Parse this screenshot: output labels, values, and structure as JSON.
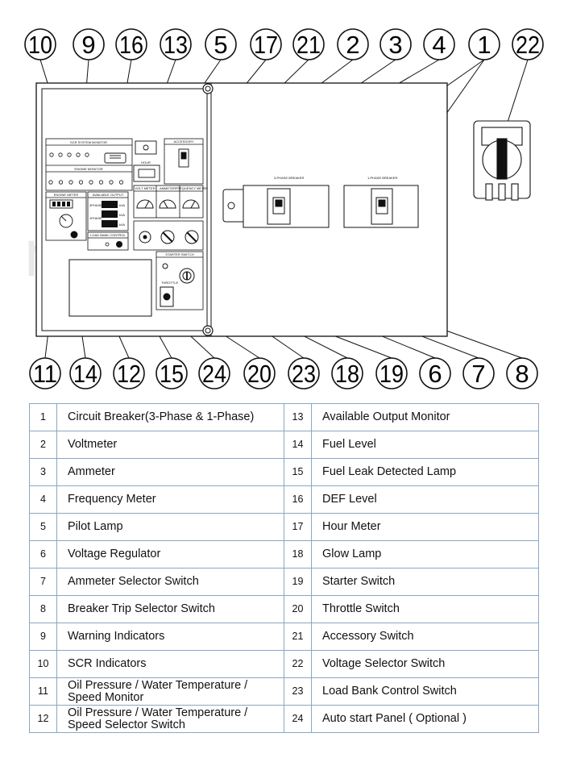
{
  "callouts_top": [
    "10",
    "9",
    "16",
    "13",
    "5",
    "17",
    "21",
    "2",
    "3",
    "4",
    "1",
    "22"
  ],
  "callouts_bottom": [
    "11",
    "14",
    "12",
    "15",
    "24",
    "20",
    "23",
    "18",
    "19",
    "6",
    "7",
    "8"
  ],
  "panel_labels": {
    "scr_monitor": "SCR SYSTEM MONITOR",
    "engine_monitor": "ENGINE MONITOR",
    "engine_meter": "ENGINE METER",
    "available_output": "AVAILABLE OUTPUT",
    "load_bank": "LOAD BANK CONTROL",
    "hour": "HOUR",
    "accessory": "ACCESSORY",
    "volt_meter": "VOLT METER",
    "ammeter": "AMMETER",
    "frequency_meter": "FREQUENCY METER",
    "starter_switch": "STARTER SWITCH",
    "throttle": "THROTTLE",
    "breaker_3phase": "3-PHASE BREAKER",
    "breaker_1phase": "1-PHASE BREAKER",
    "kva": "kVA",
    "output_3phase": "3PHASE",
    "output_1phase": "1PHASE"
  },
  "watermark": "machinery",
  "legend": {
    "rows": [
      {
        "n1": "1",
        "l1": "Circuit Breaker(3-Phase & 1-Phase)",
        "n2": "13",
        "l2": "Available Output Monitor"
      },
      {
        "n1": "2",
        "l1": "Voltmeter",
        "n2": "14",
        "l2": "Fuel Level"
      },
      {
        "n1": "3",
        "l1": "Ammeter",
        "n2": "15",
        "l2": "Fuel Leak Detected Lamp"
      },
      {
        "n1": "4",
        "l1": "Frequency Meter",
        "n2": "16",
        "l2": "DEF Level"
      },
      {
        "n1": "5",
        "l1": "Pilot Lamp",
        "n2": "17",
        "l2": "Hour Meter"
      },
      {
        "n1": "6",
        "l1": "Voltage Regulator",
        "n2": "18",
        "l2": "Glow Lamp"
      },
      {
        "n1": "7",
        "l1": "Ammeter Selector Switch",
        "n2": "19",
        "l2": "Starter Switch"
      },
      {
        "n1": "8",
        "l1": "Breaker Trip Selector Switch",
        "n2": "20",
        "l2": "Throttle Switch"
      },
      {
        "n1": "9",
        "l1": "Warning Indicators",
        "n2": "21",
        "l2": "Accessory Switch"
      },
      {
        "n1": "10",
        "l1": "SCR Indicators",
        "n2": "22",
        "l2": "Voltage Selector Switch"
      },
      {
        "n1": "11",
        "l1": "Oil Pressure / Water Temperature / Speed Monitor",
        "n2": "23",
        "l2": "Load Bank Control Switch"
      },
      {
        "n1": "12",
        "l1": "Oil Pressure / Water Temperature / Speed Selector Switch",
        "n2": "24",
        "l2": "Auto start Panel ( Optional )"
      }
    ]
  }
}
